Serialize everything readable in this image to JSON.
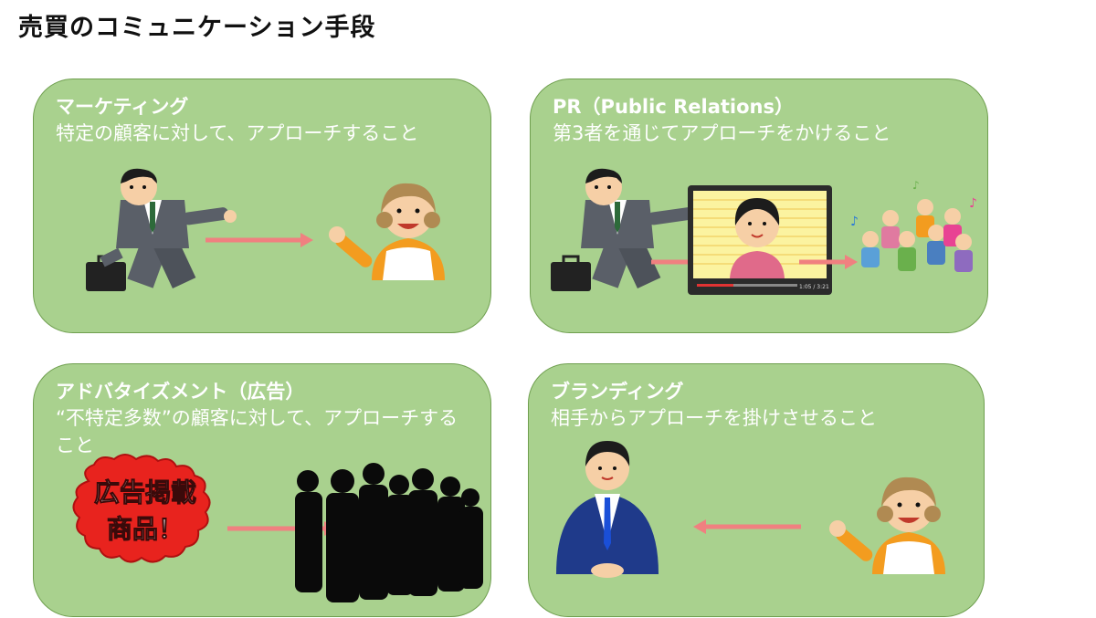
{
  "page": {
    "title": "売買のコミュニケーション手段"
  },
  "cards": [
    {
      "id": "marketing",
      "title": "マーケティング",
      "description": "特定の顧客に対して、アプローチすること"
    },
    {
      "id": "pr",
      "title": "PR（Public Relations）",
      "description": "第3者を通じてアプローチをかけること"
    },
    {
      "id": "advertisement",
      "title": "アドバタイズメント（広告）",
      "description": "“不特定多数”の顧客に対して、アプローチすること"
    },
    {
      "id": "branding",
      "title": "ブランディング",
      "description": "相手からアプローチを掛けさせること"
    }
  ],
  "ad_badge": {
    "line1": "広告掲載",
    "line2": "商品！"
  },
  "video_player": {
    "time": "1:05 / 3:21"
  },
  "colors": {
    "card_bg": "#a9d18e",
    "card_border": "#6f9f4f",
    "arrow": "#f08080",
    "suit": "#5a5f68",
    "badge_red": "#e8231e",
    "screen_yellow": "#fbf3a0"
  }
}
